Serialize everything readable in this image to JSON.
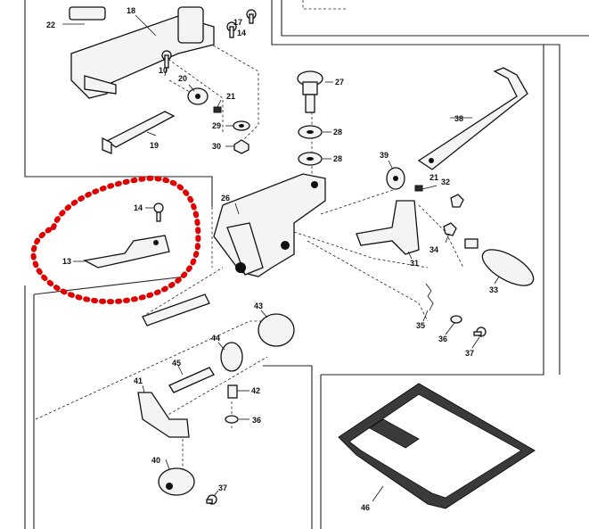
{
  "title": "",
  "labels": {
    "p10": "10",
    "p13": "13",
    "p14a": "14",
    "p14b": "14",
    "p17": "17",
    "p18": "18",
    "p19": "19",
    "p20": "20",
    "p21a": "21",
    "p21b": "21",
    "p22": "22",
    "p26": "26",
    "p27": "27",
    "p28a": "28",
    "p28b": "28",
    "p29": "29",
    "p30": "30",
    "p31": "31",
    "p32": "32",
    "p33": "33",
    "p34": "34",
    "p35": "35",
    "p36a": "36",
    "p36b": "36",
    "p37a": "37",
    "p37b": "37",
    "p38": "38",
    "p39": "39",
    "p40": "40",
    "p41": "41",
    "p42": "42",
    "p43": "43",
    "p44": "44",
    "p45": "45",
    "p46": "46"
  },
  "highlight": {
    "color": "#e00000",
    "encircles": [
      "13",
      "14"
    ]
  }
}
